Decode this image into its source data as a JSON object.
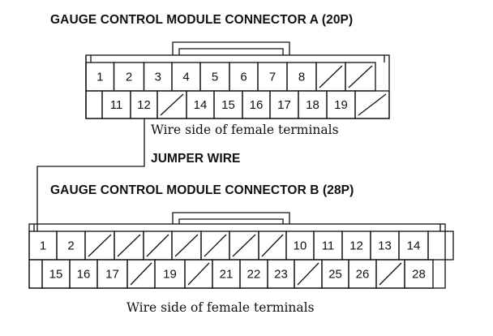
{
  "connector_a": {
    "title": "GAUGE CONTROL MODULE CONNECTOR A (20P)",
    "top_row": [
      "1",
      "2",
      "3",
      "4",
      "5",
      "6",
      "7",
      "8",
      "",
      ""
    ],
    "bottom_row": [
      "",
      "11",
      "12",
      "",
      "14",
      "15",
      "16",
      "17",
      "18",
      "19",
      ""
    ],
    "caption": "Wire side of female terminals"
  },
  "jumper": {
    "label": "JUMPER WIRE"
  },
  "connector_b": {
    "title": "GAUGE CONTROL MODULE CONNECTOR B (28P)",
    "top_row": [
      "1",
      "2",
      "",
      "",
      "",
      "",
      "",
      "",
      "",
      "10",
      "11",
      "12",
      "13",
      "14",
      ""
    ],
    "bottom_row": [
      "",
      "15",
      "16",
      "17",
      "",
      "19",
      "",
      "21",
      "22",
      "23",
      "",
      "25",
      "26",
      "",
      "28"
    ],
    "caption": "Wire side of female terminals"
  }
}
